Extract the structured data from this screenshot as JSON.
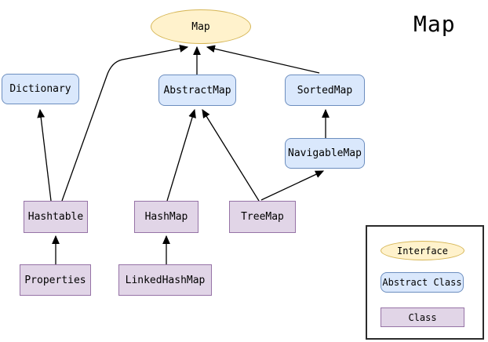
{
  "page_title": "Map",
  "diagram": {
    "nodes": {
      "map": {
        "label": "Map",
        "type": "interface"
      },
      "dictionary": {
        "label": "Dictionary",
        "type": "abstract_class"
      },
      "abstractmap": {
        "label": "AbstractMap",
        "type": "abstract_class"
      },
      "sortedmap": {
        "label": "SortedMap",
        "type": "abstract_class"
      },
      "navigablemap": {
        "label": "NavigableMap",
        "type": "abstract_class"
      },
      "hashtable": {
        "label": "Hashtable",
        "type": "class"
      },
      "hashmap": {
        "label": "HashMap",
        "type": "class"
      },
      "treemap": {
        "label": "TreeMap",
        "type": "class"
      },
      "properties": {
        "label": "Properties",
        "type": "class"
      },
      "linkedhashmap": {
        "label": "LinkedHashMap",
        "type": "class"
      }
    },
    "edges": [
      {
        "from": "Hashtable",
        "to": "Dictionary"
      },
      {
        "from": "Hashtable",
        "to": "Map"
      },
      {
        "from": "AbstractMap",
        "to": "Map"
      },
      {
        "from": "SortedMap",
        "to": "Map"
      },
      {
        "from": "NavigableMap",
        "to": "SortedMap"
      },
      {
        "from": "HashMap",
        "to": "AbstractMap"
      },
      {
        "from": "TreeMap",
        "to": "AbstractMap"
      },
      {
        "from": "TreeMap",
        "to": "NavigableMap"
      },
      {
        "from": "Properties",
        "to": "Hashtable"
      },
      {
        "from": "LinkedHashMap",
        "to": "HashMap"
      }
    ]
  },
  "legend": {
    "interface_label": "Interface",
    "abstract_class_label": "Abstract Class",
    "class_label": "Class"
  },
  "colors": {
    "interface_fill": "#FFF2CC",
    "interface_stroke": "#D6B656",
    "abstract_class_fill": "#DAE8FC",
    "abstract_class_stroke": "#6C8EBF",
    "class_fill": "#E1D5E7",
    "class_stroke": "#9673A6",
    "edge": "#000000",
    "legend_border": "#2B2B2B",
    "background": "#FFFFFF"
  }
}
